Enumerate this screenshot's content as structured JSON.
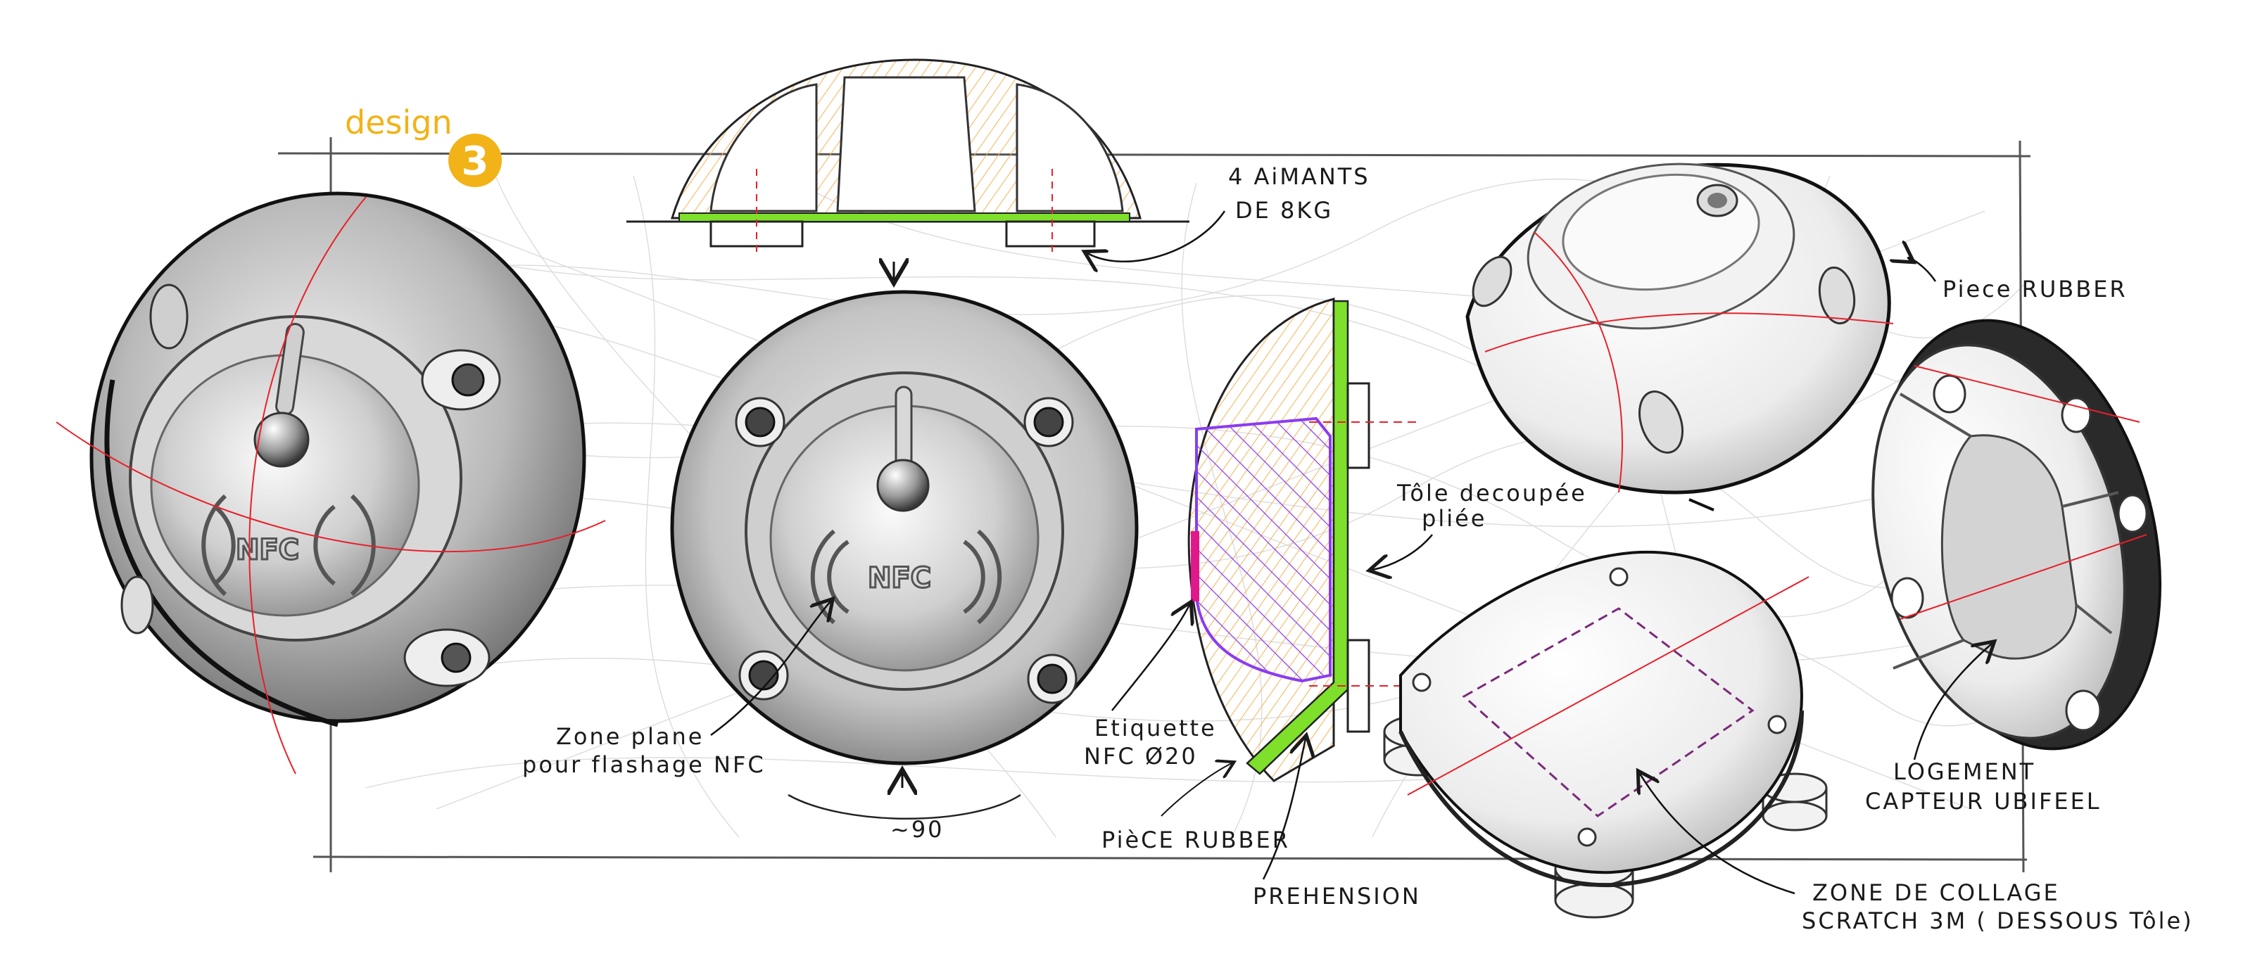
{
  "logo": {
    "word": "design",
    "number": "3",
    "color": "#f2b318"
  },
  "nfc_mark": "NFC",
  "labels": {
    "magnets_line1": "4 AiMANTS",
    "magnets_line2": "DE 8KG",
    "rubber_piece_top": "Piece RUBBER",
    "sheet_line1": "Tôle decoupée",
    "sheet_line2": "pliée",
    "flat_zone_line1": "Zone plane",
    "flat_zone_line2": "pour flashage NFC",
    "nfc_label_line1": "Etiquette",
    "nfc_label_line2": "NFC Ø20",
    "rubber_piece_bottom": "PièCE RUBBER",
    "diameter": "~90",
    "grip": "PREHENSION",
    "sensor_line1": "LOGEMENT",
    "sensor_line2": "CAPTEUR UBIFEEL",
    "glue_line1": "ZONE DE COLLAGE",
    "glue_line2": "SCRATCH 3M ( DESSOUS Tôle)"
  },
  "colors": {
    "sheet_metal": "#7ee02a",
    "rubber_hatch": "#f5b35a",
    "nfc_section": "#8a3cf0",
    "nfc_tag": "#e0188c",
    "construction": "#e8202a",
    "ink": "#1a1a1a"
  }
}
